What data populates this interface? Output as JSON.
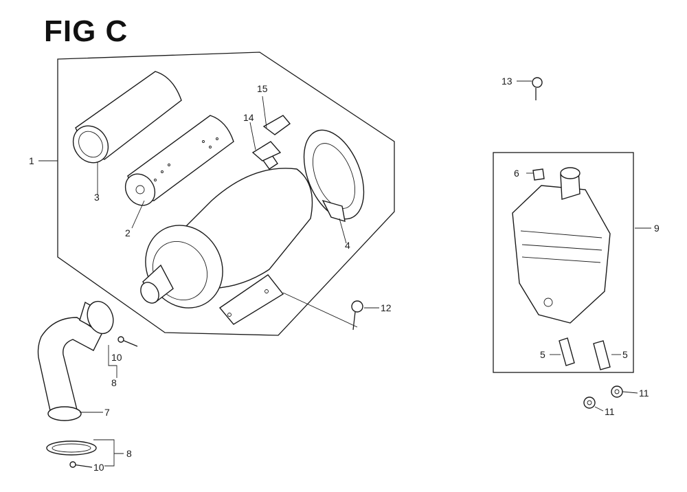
{
  "figure": {
    "title": "FIG C"
  },
  "parts": [
    {
      "id": "p1",
      "label": "1"
    },
    {
      "id": "p2",
      "label": "2"
    },
    {
      "id": "p3",
      "label": "3"
    },
    {
      "id": "p4",
      "label": "4"
    },
    {
      "id": "p5a",
      "label": "5"
    },
    {
      "id": "p5b",
      "label": "5"
    },
    {
      "id": "p6",
      "label": "6"
    },
    {
      "id": "p7",
      "label": "7"
    },
    {
      "id": "p8a",
      "label": "8"
    },
    {
      "id": "p8b",
      "label": "8"
    },
    {
      "id": "p9",
      "label": "9"
    },
    {
      "id": "p10a",
      "label": "10"
    },
    {
      "id": "p10b",
      "label": "10"
    },
    {
      "id": "p11a",
      "label": "11"
    },
    {
      "id": "p11b",
      "label": "11"
    },
    {
      "id": "p12",
      "label": "12"
    },
    {
      "id": "p13",
      "label": "13"
    },
    {
      "id": "p14",
      "label": "14"
    },
    {
      "id": "p15",
      "label": "15"
    }
  ]
}
